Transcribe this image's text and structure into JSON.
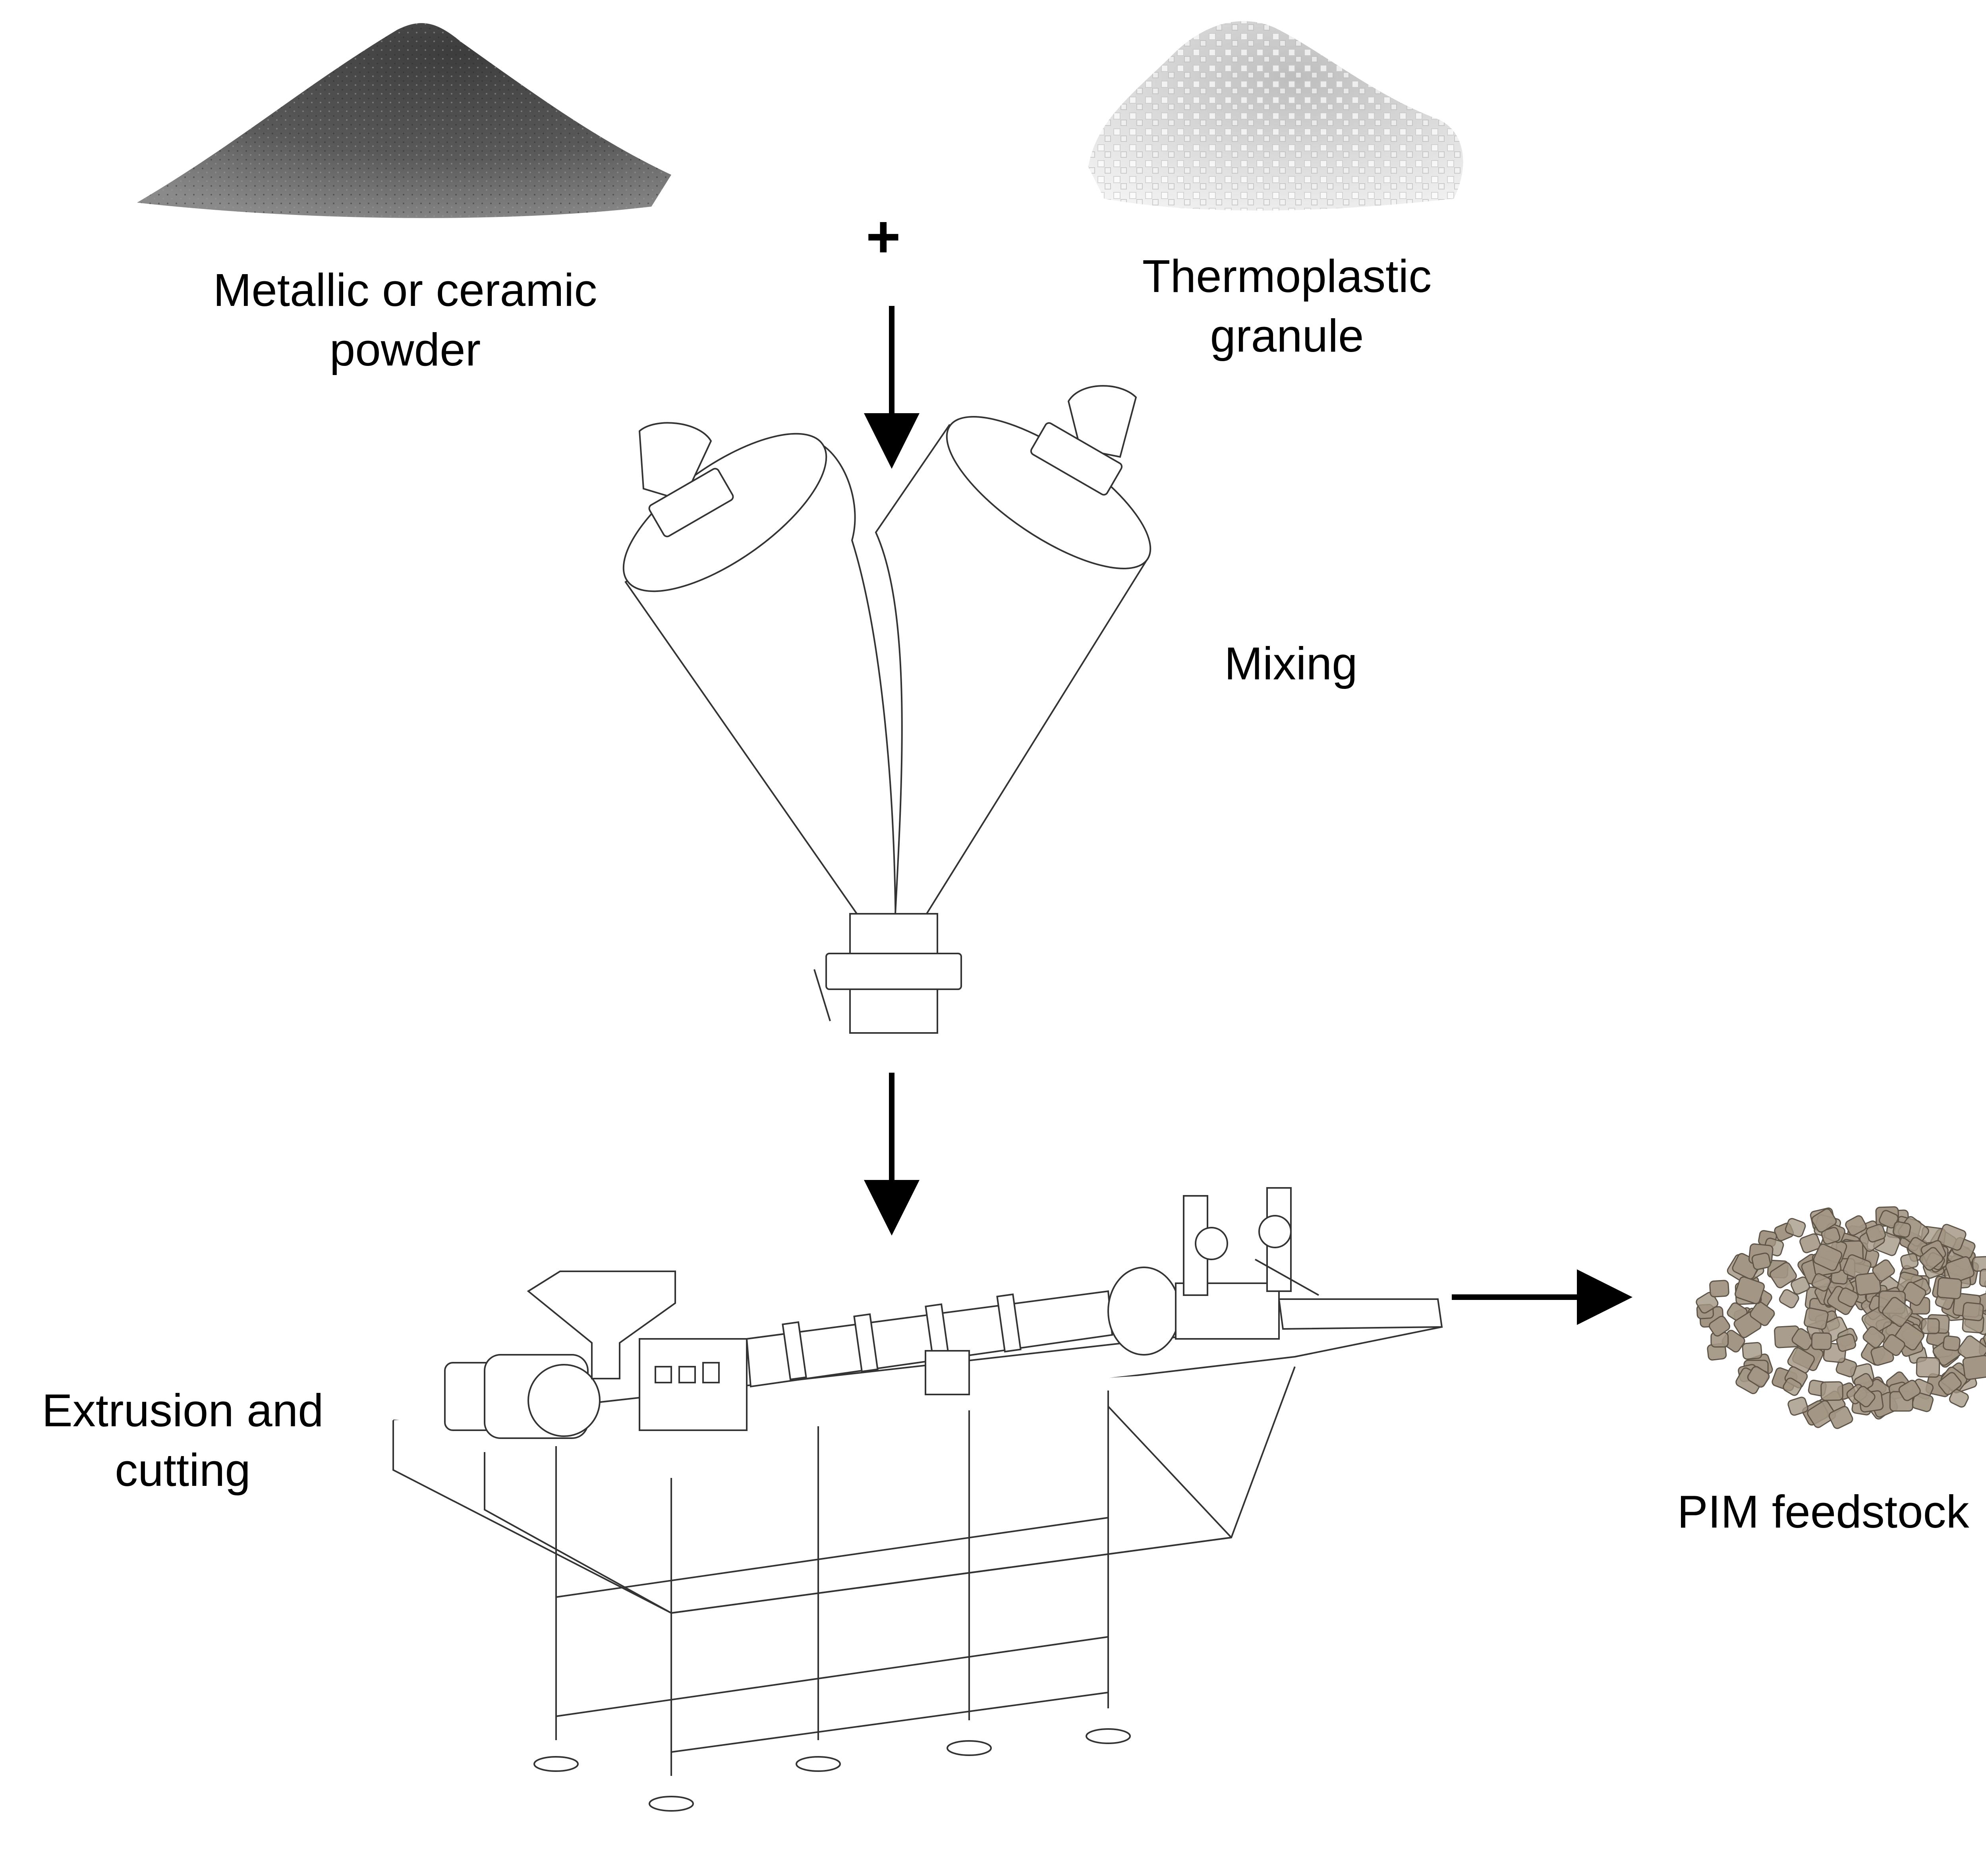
{
  "diagram": {
    "inputs": {
      "powder": {
        "lines": [
          "Metallic or ceramic",
          "powder"
        ],
        "color": "#555555"
      },
      "granule": {
        "lines": [
          "Thermoplastic",
          "granule"
        ],
        "color": "#e6e6e6"
      }
    },
    "combine_symbol": "+",
    "steps": [
      {
        "id": "mixing",
        "lines": [
          "Mixing"
        ],
        "icon": "v-blender-icon"
      },
      {
        "id": "extrusion",
        "lines": [
          "Extrusion and",
          "cutting"
        ],
        "icon": "extruder-machine-icon"
      }
    ],
    "output": {
      "lines": [
        "PIM feedstock"
      ],
      "color": "#a39684",
      "icon": "feedstock-pellets-icon"
    }
  }
}
